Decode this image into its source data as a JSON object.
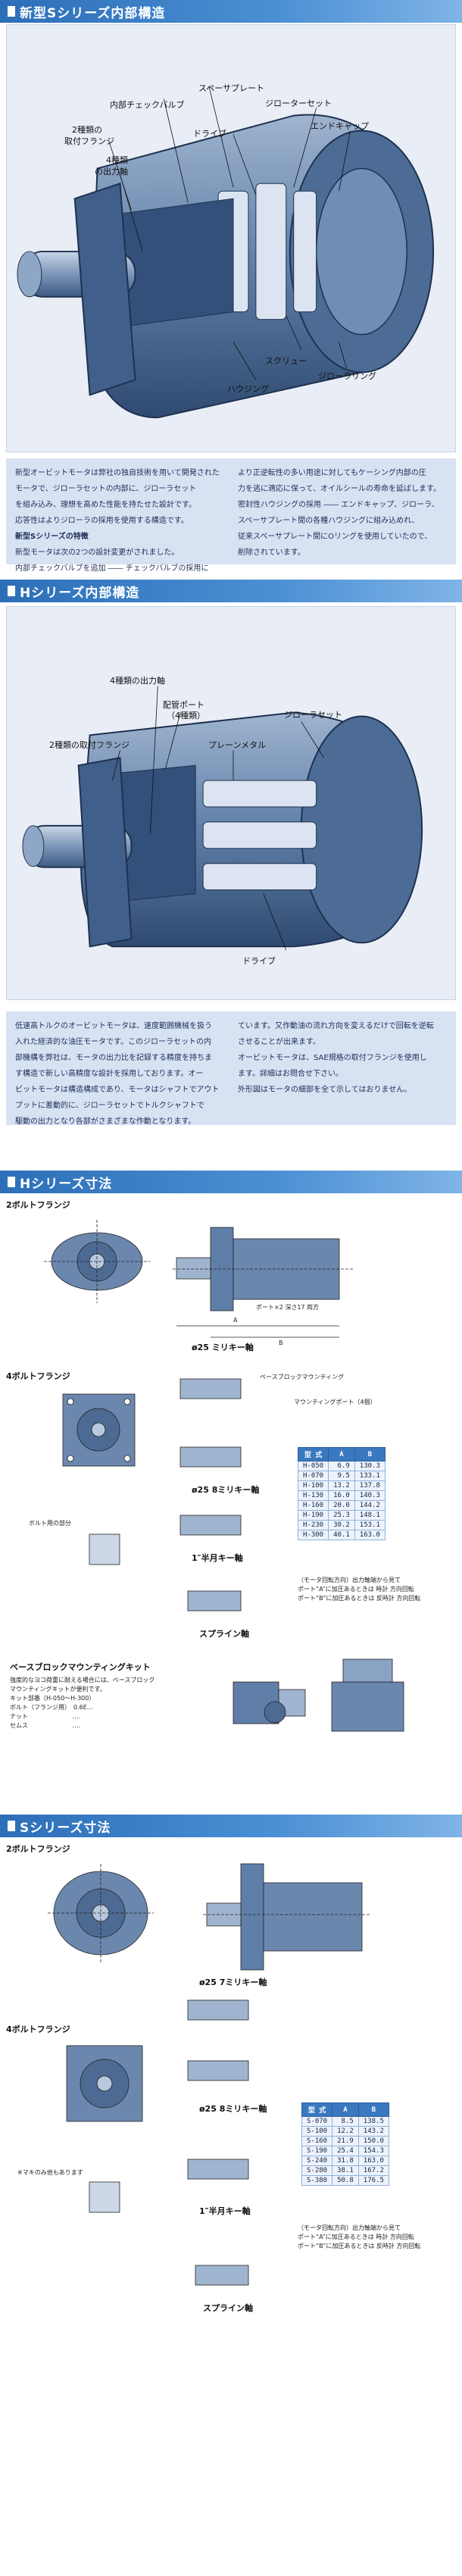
{
  "sections": {
    "s_internal": "新型Sシリーズ内部構造",
    "h_internal": "Hシリーズ内部構造",
    "h_dims": "Hシリーズ寸法",
    "s_dims": "Sシリーズ寸法"
  },
  "s_callouts": {
    "spacer_plate": "スペーサプレート",
    "internal_check": "内部チェックバルブ",
    "gerotor_set": "ジローターセット",
    "drive": "ドライブ",
    "end_cap": "エンドキャップ",
    "flange2": "2種類の",
    "flange2b": "取付フランジ",
    "shaft4": "4種類",
    "shaft4b": "の出力軸",
    "screw": "スクリュー",
    "gerotor_ring": "ジローラリング",
    "housing": "ハウジング"
  },
  "s_text": {
    "left1": "新型オービットモータは弊社の独自技術を用いて開発された",
    "left2": "モータで、ジローラセットの内部に、ジローラセット",
    "left3": "を組み込み、理想を高めた性能を持たせた設計です。",
    "left4": "応答性はよりジローラの採用を使用する構造です。",
    "feat_title": "新型Sシリーズの特徴",
    "feat1": "新型モータは次の2つの設計変更がされました。",
    "feat2": "内部チェックバルブを追加 ―― チェックバルブの採用に",
    "right1": "より正逆転性の多い用途に対してもケーシング内部の圧",
    "right2": "力を逃に適応に保って、オイルシールの寿命を延ばします。",
    "right3": "密封性ハウジングの採用 ―― エンドキャップ、ジローラ、",
    "right4": "スペーサプレート間の各種ハウジングに組み込めれ、",
    "right5": "従来スペーサプレート間にOリングを使用していたので、",
    "right6": "削除されています。"
  },
  "h_callouts": {
    "shaft4": "4種類の出力軸",
    "port": "配管ポート",
    "port2": "（4種類）",
    "flange": "2種類の取付フランジ",
    "bearing": "プレーンメタル",
    "gerotor": "ジローラセット",
    "drive": "ドライブ"
  },
  "h_text": {
    "l1": "低速高トルクのオービットモータは、速度範囲機械を扱う",
    "l2": "入れた経済的な油圧モータです。このジローラセットの内",
    "l3": "部機構を弊社は、モータの出力比を記録する精度を持ちま",
    "l4": "す構造で新しい高精度な設計を採用しております。オー",
    "l5": "ビットモータは構造構成であり、モータはシャフトでアウト",
    "l6": "プットに差動的に、ジローラセットでトルクシャフトで",
    "l7": "駆動の出力となり各部がさまざまな作動となります。",
    "r1": "ています。又作動油の流れ方向を変えるだけで回転を逆転",
    "r2": "させることが出来ます。",
    "r3": "オービットモータは、SAE規格の取付フランジを使用し",
    "r4": "ます。詳細はお問合せ下さい。",
    "r5": "外形図はモータの細部を全て示してはおりません。"
  },
  "h_dims": {
    "flange2": "2ボルトフランジ",
    "flange4": "4ボルトフランジ",
    "key_shaft": "ø25 ミリキー軸",
    "key_shaft2": "ø25 8ミリキー軸",
    "inch_key": "1″半月キー軸",
    "spline": "スプライン軸",
    "base_block": "ベースブロックマウンティングキット",
    "base_block_note": "ベースブロックマウンティング",
    "note1": "ボルト用の部分",
    "dim_a": "A",
    "dim_b": "B",
    "port_note": "ポート×2 深さ17 両方",
    "mount_note": "マウンティングポート（4個）"
  },
  "h_table": {
    "headers": [
      "型 式",
      "A",
      "B"
    ],
    "rows": [
      [
        "H-050",
        "6.9",
        "130.3"
      ],
      [
        "H-070",
        "9.5",
        "133.1"
      ],
      [
        "H-100",
        "13.2",
        "137.8"
      ],
      [
        "H-130",
        "16.0",
        "140.3"
      ],
      [
        "H-160",
        "20.0",
        "144.2"
      ],
      [
        "H-190",
        "25.3",
        "148.1"
      ],
      [
        "H-230",
        "30.2",
        "153.1"
      ],
      [
        "H-300",
        "40.1",
        "163.0"
      ]
    ]
  },
  "h_note": {
    "n1": "（モータ回転方向）出力軸端から見て",
    "n2": "ポート“A”に加圧あるときは 時計 方向回転",
    "n3": "ポート“B”に加圧あるときは 反時計 方向回転"
  },
  "h_kit": {
    "k1": "強度的なヨコ荷重に耐える場合には、ベースブロック",
    "k2": "マウンティングキットが便利です。",
    "k3": "キット部番（H-050～H-300）",
    "k4": "ボルト（フランジ用）　0.6E…",
    "k5": "ナット　　　　　　　 ‥‥",
    "k6": "セムス　　　　　　　 ‥‥"
  },
  "s_dims": {
    "flange2": "2ボルトフランジ",
    "flange4": "4ボルトフランジ",
    "key_shaft": "ø25 7ミリキー軸",
    "key_shaft2": "ø25 8ミリキー軸",
    "inch_key": "1″半月キー軸",
    "spline": "スプライン軸",
    "note_only": "※マキのみ他もあります"
  },
  "s_table": {
    "headers": [
      "型 式",
      "A",
      "B"
    ],
    "rows": [
      [
        "S-070",
        "8.5",
        "138.5"
      ],
      [
        "S-100",
        "12.2",
        "143.2"
      ],
      [
        "S-160",
        "21.9",
        "150.0"
      ],
      [
        "S-190",
        "25.4",
        "154.3"
      ],
      [
        "S-240",
        "31.8",
        "163.0"
      ],
      [
        "S-280",
        "38.1",
        "167.2"
      ],
      [
        "S-380",
        "50.8",
        "176.5"
      ]
    ]
  },
  "s_note": {
    "n1": "（モータ回転方向）出力軸端から見て",
    "n2": "ポート“A”に加圧あるときは 時計 方向回転",
    "n3": "ポート“B”に加圧あるときは 反時計 方向回転"
  },
  "colors": {
    "header_blue": "#2c6fb8",
    "motor_body": "#5f7fa8",
    "text_panel": "#d7e3f3"
  }
}
